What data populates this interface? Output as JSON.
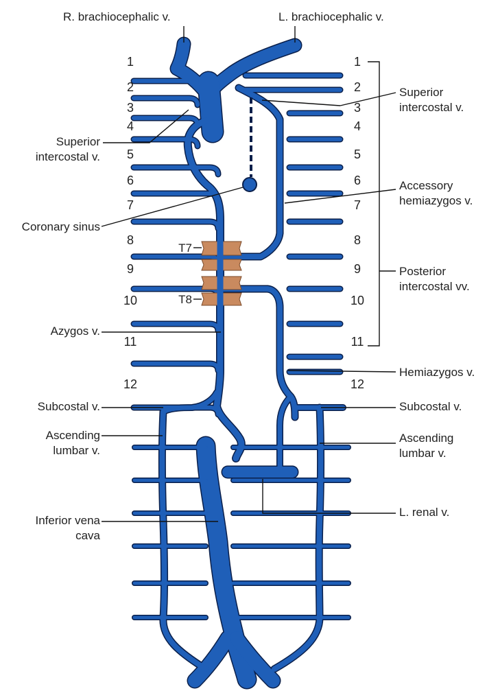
{
  "labels": {
    "r_brachiocephalic": "R. brachiocephalic v.",
    "l_brachiocephalic": "L. brachiocephalic v.",
    "superior_intercostal_left_side_l1": "Superior",
    "superior_intercostal_left_side_l2": "intercostal v.",
    "superior_intercostal_right_side_l1": "Superior",
    "superior_intercostal_right_side_l2": "intercostal v.",
    "accessory_hemiazygos_l1": "Accessory",
    "accessory_hemiazygos_l2": "hemiazygos v.",
    "coronary_sinus": "Coronary sinus",
    "posterior_intercostal_l1": "Posterior",
    "posterior_intercostal_l2": "intercostal vv.",
    "azygos": "Azygos v.",
    "hemiazygos": "Hemiazygos v.",
    "subcostal_left": "Subcostal v.",
    "subcostal_right": "Subcostal v.",
    "ascending_lumbar_left_l1": "Ascending",
    "ascending_lumbar_left_l2": "lumbar v.",
    "ascending_lumbar_right_l1": "Ascending",
    "ascending_lumbar_right_l2": "lumbar v.",
    "l_renal": "L. renal v.",
    "ivc_l1": "Inferior vena",
    "ivc_l2": "cava",
    "t7": "T7",
    "t8": "T8"
  },
  "rib_numbers_left": [
    "1",
    "2",
    "3",
    "4",
    "5",
    "6",
    "7",
    "8",
    "9",
    "10",
    "11",
    "12"
  ],
  "rib_numbers_right": [
    "1",
    "2",
    "3",
    "4",
    "5",
    "6",
    "7",
    "8",
    "9",
    "10",
    "11",
    "12"
  ],
  "colors": {
    "vein": "#1f5fb8",
    "outline": "#0a1f4a",
    "vertebra": "#c98a5f"
  }
}
